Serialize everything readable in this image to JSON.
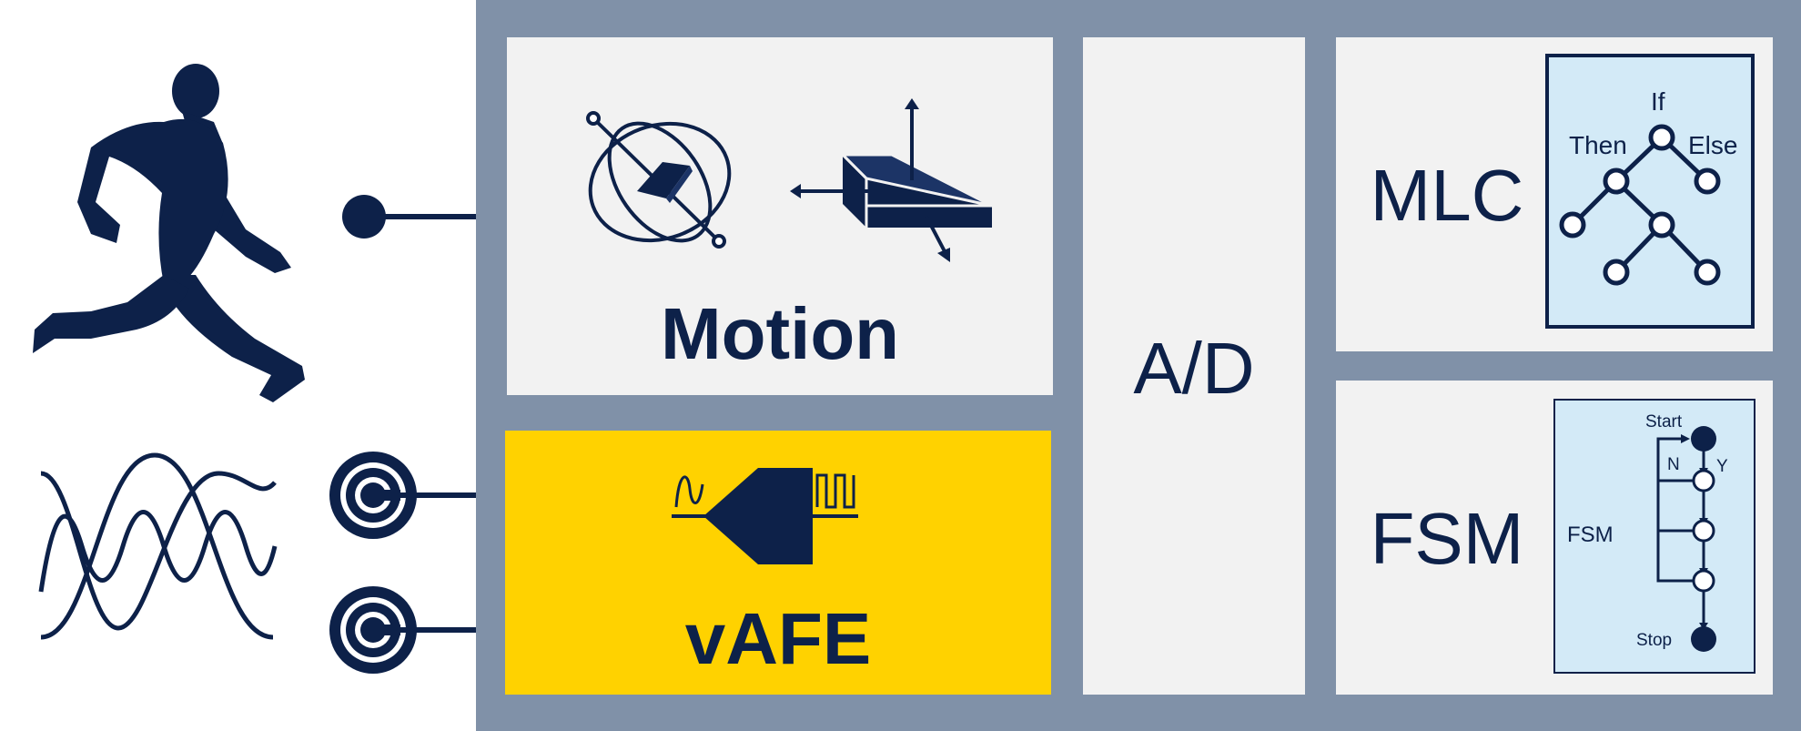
{
  "blocks": {
    "motion": "Motion",
    "vafe": "vAFE",
    "ad": "A/D",
    "mlc": "MLC",
    "fsm": "FSM"
  },
  "mlc_tree": {
    "if_label": "If",
    "then_label": "Then",
    "else_label": "Else"
  },
  "fsm_chart": {
    "start_label": "Start",
    "stop_label": "Stop",
    "no_label": "N",
    "yes_label": "Y",
    "fsm_label": "FSM"
  },
  "colors": {
    "navy": "#0d2149",
    "frame": "#8091a8",
    "panel": "#f2f2f2",
    "vafe": "#ffd200",
    "light_blue": "#d3eaf7"
  },
  "icons": [
    "running-person-icon",
    "sine-waves-icon",
    "electrode-icon",
    "gyroscope-icon",
    "accelerometer-axes-icon",
    "amplifier-icon",
    "decision-tree-icon",
    "state-machine-icon"
  ]
}
